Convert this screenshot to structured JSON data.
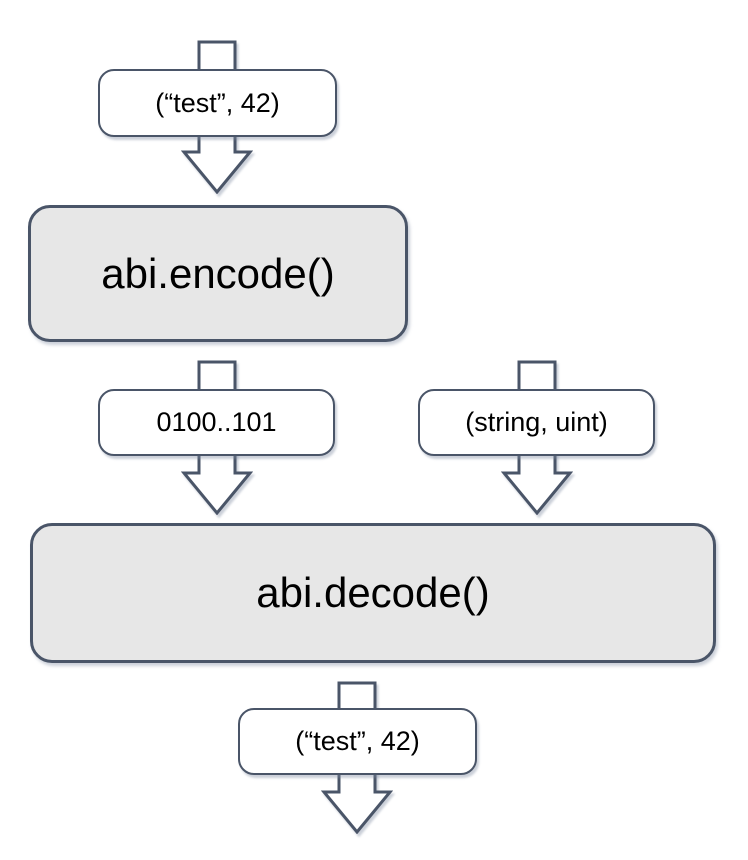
{
  "colors": {
    "stroke": "#4a5568",
    "process-fill": "#e7e7e7",
    "label-fill": "#ffffff",
    "text": "#000000"
  },
  "icons": {
    "flow_arrow": "down-block-arrow"
  },
  "diagram": {
    "nodes": {
      "input_tuple": {
        "label": "(“test”, 42)"
      },
      "encode": {
        "label": "abi.encode()"
      },
      "encoded_bytes": {
        "label": "0100..101"
      },
      "type_tuple": {
        "label": "(string, uint)"
      },
      "decode": {
        "label": "abi.decode()"
      },
      "output_tuple": {
        "label": "(“test”, 42)"
      }
    }
  }
}
